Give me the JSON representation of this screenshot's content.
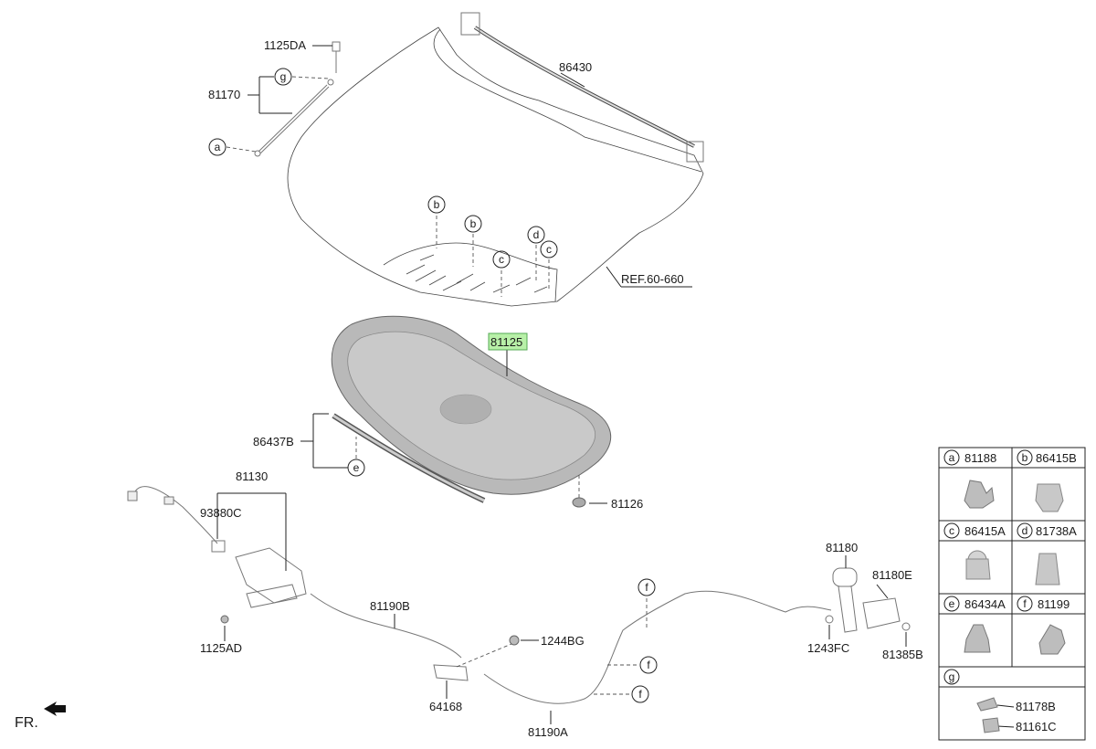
{
  "callouts": {
    "p1125DA": "1125DA",
    "p81170": "81170",
    "p86430": "86430",
    "pRef": "REF.60-660",
    "p81125": "81125",
    "p86437B": "86437B",
    "p81126": "81126",
    "p81130": "81130",
    "p93880C": "93880C",
    "p1125AD": "1125AD",
    "p81190B": "81190B",
    "p1244BG": "1244BG",
    "p64168": "64168",
    "p81190A": "81190A",
    "p81180": "81180",
    "p81180E": "81180E",
    "p1243FC": "1243FC",
    "p81385B": "81385B",
    "fr": "FR."
  },
  "letters": {
    "a": "a",
    "b": "b",
    "c": "c",
    "d": "d",
    "e": "e",
    "f": "f",
    "g": "g"
  },
  "legend": {
    "a": {
      "letter": "a",
      "part": "81188"
    },
    "b": {
      "letter": "b",
      "part": "86415B"
    },
    "c": {
      "letter": "c",
      "part": "86415A"
    },
    "d": {
      "letter": "d",
      "part": "81738A"
    },
    "e": {
      "letter": "e",
      "part": "86434A"
    },
    "f": {
      "letter": "f",
      "part": "81199"
    },
    "g": {
      "letter": "g",
      "part1": "81178B",
      "part2": "81161C"
    }
  },
  "colors": {
    "highlight": "#b8f0a8",
    "highlight_border": "#55aa55",
    "pad": "#b9b9b9"
  }
}
